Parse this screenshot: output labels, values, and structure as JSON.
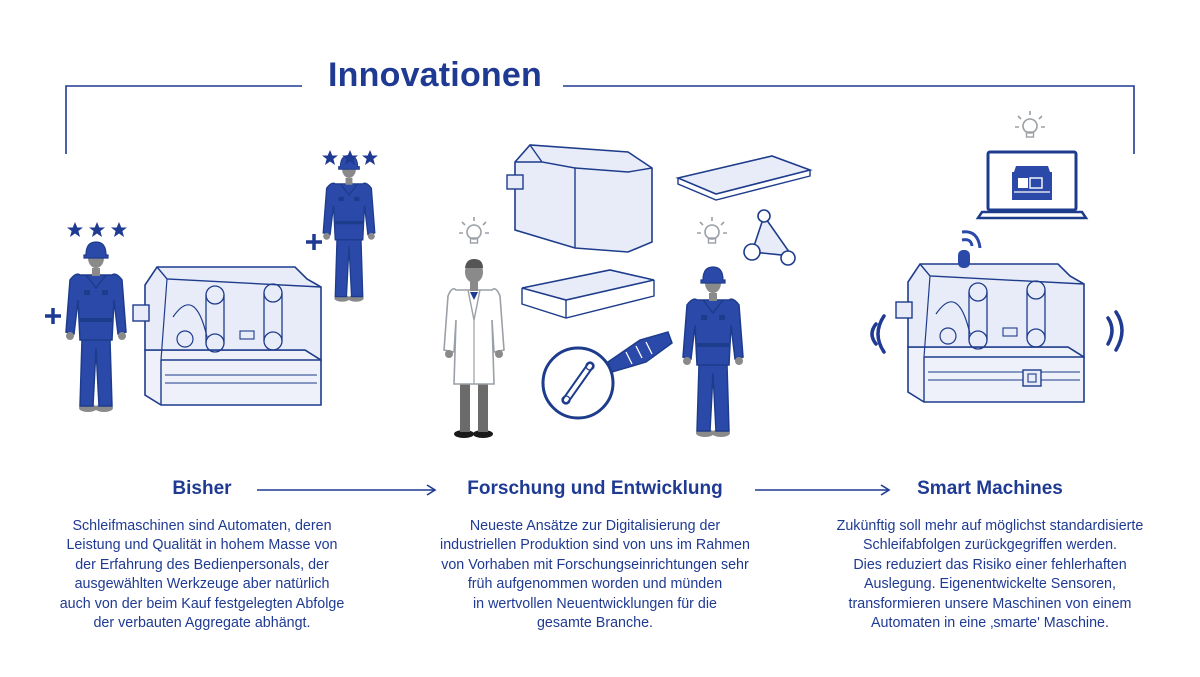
{
  "header": {
    "title": "Innovationen"
  },
  "colors": {
    "primary": "#1f3a93",
    "outline": "#1e3c8c",
    "fill_light": "#e8ecf8",
    "worker_blue": "#2b49a8",
    "gray": "#8a8a8a"
  },
  "icons": [
    "star-icon",
    "plus-icon",
    "lightbulb-icon",
    "magnifier-icon",
    "laptop-icon",
    "wifi-signal-icon",
    "arrow-right-icon"
  ],
  "columns": [
    {
      "title": "Bisher",
      "lines": [
        "Schleifmaschinen sind Automaten, deren",
        "Leistung und Qualität in hohem Masse von",
        "der Erfahrung des Bedienpersonals, der",
        "ausgewählten Werkzeuge aber natürlich",
        "auch von der beim Kauf festgelegten Abfolge",
        "der verbauten Aggregate abhängt."
      ]
    },
    {
      "title": "Forschung und Entwicklung",
      "lines": [
        "Neueste Ansätze zur Digitalisierung der",
        "industriellen Produktion sind von uns im Rahmen",
        "von Vorhaben mit Forschungseinrichtungen sehr",
        "früh aufgenommen worden und münden",
        "in wertvollen Neuentwicklungen für die",
        "gesamte Branche."
      ]
    },
    {
      "title": "Smart Machines",
      "lines": [
        "Zukünftig soll mehr auf möglichst standardisierte",
        "Schleifabfolgen zurückgegriffen werden.",
        "Dies reduziert das Risiko einer fehlerhaften",
        "Auslegung. Eigenentwickelte Sensoren,",
        "transformieren unsere Maschinen von einem",
        "Automaten in eine ‚smarte' Maschine."
      ]
    }
  ]
}
